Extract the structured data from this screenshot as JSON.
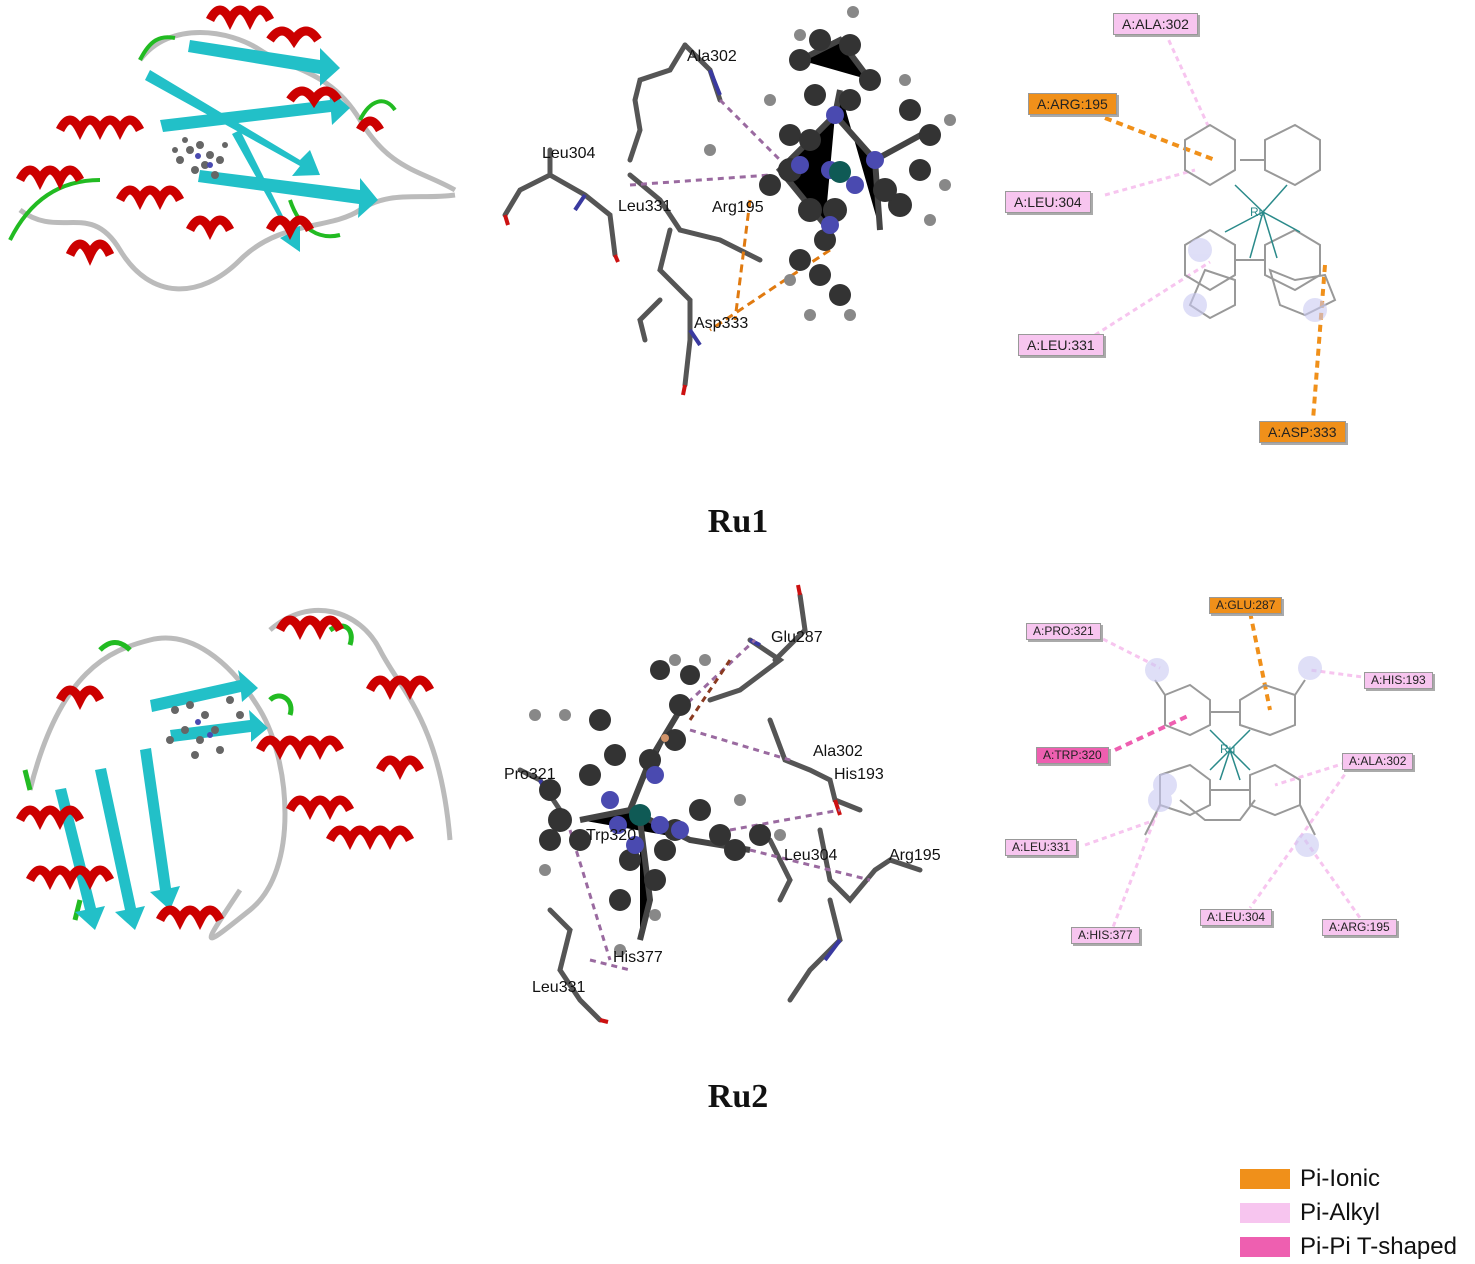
{
  "colors": {
    "pi_ionic": "#f0901a",
    "pi_alkyl": "#f7c5ef",
    "pi_pi_tshaped": "#ee5fb0",
    "helix": "#cc0000",
    "sheet": "#22c0c8",
    "turn": "#22bb22",
    "coil": "#bbbbbb"
  },
  "ru1": {
    "caption": "Ru1",
    "labels_3d": [
      "Ala302",
      "Leu304",
      "Leu331",
      "Arg195",
      "Asp333"
    ],
    "chips": [
      "A:ALA:302",
      "A:ARG:195",
      "A:LEU:304",
      "A:LEU:331",
      "A:ASP:333"
    ],
    "metal": "Ru"
  },
  "ru2": {
    "caption": "Ru2",
    "labels_3d": [
      "Glu287",
      "Ala302",
      "His193",
      "Pro321",
      "Trp320",
      "Leu304",
      "Arg195",
      "His377",
      "Leu331"
    ],
    "chips": [
      "A:GLU:287",
      "A:PRO:321",
      "A:HIS:193",
      "A:TRP:320",
      "A:ALA:302",
      "A:LEU:331",
      "A:LEU:304",
      "A:HIS:377",
      "A:ARG:195"
    ],
    "metal": "Ru"
  },
  "legend": [
    {
      "label": "Pi-Ionic",
      "color": "#f0901a"
    },
    {
      "label": "Pi-Alkyl",
      "color": "#f7c5ef"
    },
    {
      "label": "Pi-Pi T-shaped",
      "color": "#ee5fb0"
    }
  ]
}
